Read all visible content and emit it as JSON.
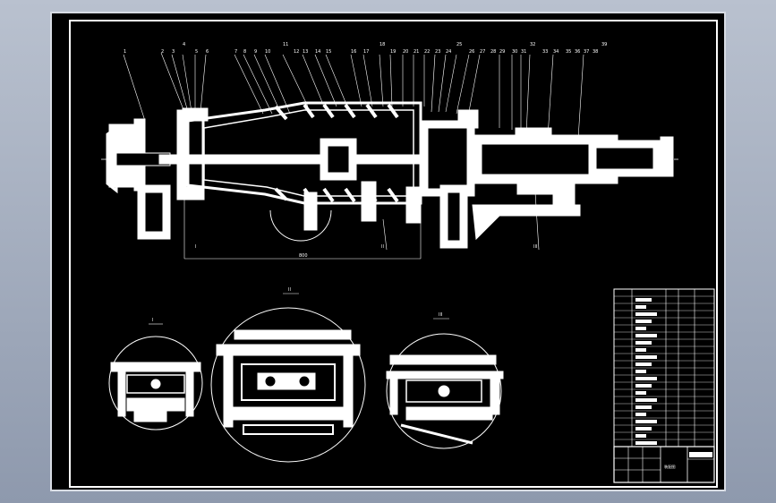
{
  "drawing": {
    "balloons_row1": [
      "1",
      "2",
      "3",
      "4",
      "5",
      "6",
      "7",
      "8",
      "9",
      "10",
      "11",
      "12",
      "13",
      "14",
      "15",
      "16",
      "17",
      "18",
      "19",
      "20",
      "21",
      "22",
      "23",
      "24",
      "25",
      "26",
      "27",
      "28",
      "29",
      "30",
      "31",
      "32",
      "33",
      "34",
      "35",
      "36",
      "37",
      "38",
      "39"
    ],
    "section_labels": [
      "I",
      "II",
      "III"
    ],
    "dimension": "800",
    "detail_views": [
      "I",
      "II",
      "III"
    ],
    "title_block_text": "装配图"
  }
}
